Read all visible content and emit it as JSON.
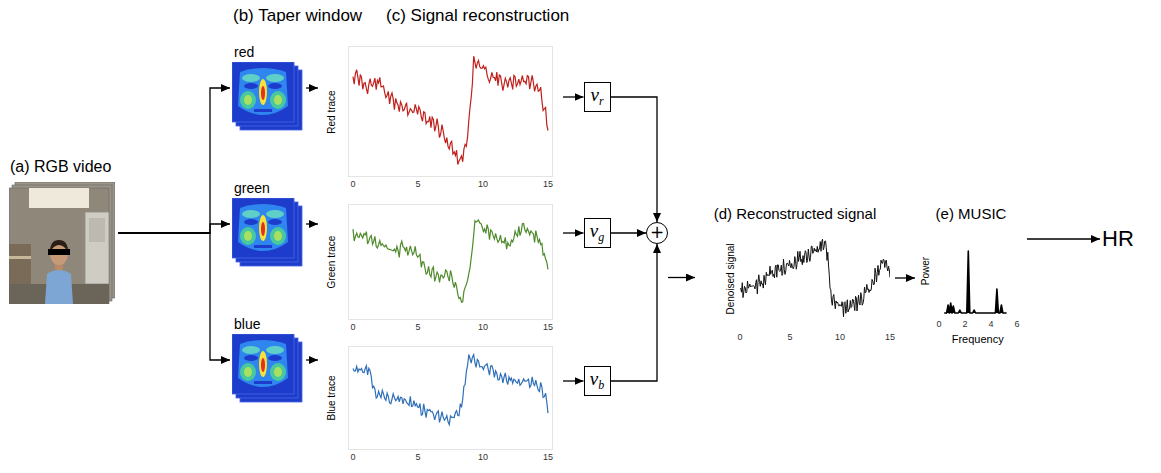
{
  "diagram": {
    "nodes": [
      {
        "text": [
          "(a) RGB video"
        ]
      },
      {
        "text": [
          "red"
        ]
      },
      {
        "text": [
          "green"
        ]
      },
      {
        "text": [
          "blue"
        ]
      },
      {
        "text": [
          "Red trace",
          "0",
          "5",
          "10",
          "15"
        ]
      },
      {
        "text": [
          "Green trace",
          "0",
          "5",
          "10",
          "15"
        ]
      },
      {
        "text": [
          "Blue trace",
          "0",
          "5",
          "10",
          "15"
        ]
      },
      {
        "text": [
          "v",
          "r"
        ]
      },
      {
        "text": [
          "v",
          "g"
        ]
      },
      {
        "text": [
          "v",
          "b"
        ]
      },
      {
        "text": [
          "+"
        ]
      },
      {
        "text": [
          "(d) Reconstructed signal",
          "Denoised signal",
          "0",
          "5",
          "10",
          "15"
        ]
      },
      {
        "text": [
          "(e) MUSIC",
          "Power",
          "Frequency",
          "0",
          "2",
          "4",
          "6"
        ]
      },
      {
        "text": [
          "HR"
        ]
      }
    ],
    "edges": [
      {
        "from": 0,
        "to": 1,
        "arrow": "to"
      },
      {
        "from": 0,
        "to": 2,
        "arrow": "to"
      },
      {
        "from": 0,
        "to": 3,
        "arrow": "to"
      },
      {
        "from": 1,
        "to": 4,
        "arrow": "to"
      },
      {
        "from": 2,
        "to": 5,
        "arrow": "to"
      },
      {
        "from": 3,
        "to": 6,
        "arrow": "to"
      },
      {
        "from": 4,
        "to": 7,
        "arrow": "to"
      },
      {
        "from": 5,
        "to": 8,
        "arrow": "to"
      },
      {
        "from": 6,
        "to": 9,
        "arrow": "to"
      },
      {
        "from": 7,
        "to": 10,
        "arrow": "to"
      },
      {
        "from": 8,
        "to": 10,
        "arrow": "to"
      },
      {
        "from": 9,
        "to": 10,
        "arrow": "to"
      },
      {
        "from": 10,
        "to": 11,
        "arrow": "to"
      },
      {
        "from": 11,
        "to": 12,
        "arrow": "to"
      },
      {
        "from": 12,
        "to": 13,
        "arrow": "to"
      }
    ],
    "labels": [
      "(b) Taper window",
      "(c) Signal reconstruction"
    ]
  }
}
